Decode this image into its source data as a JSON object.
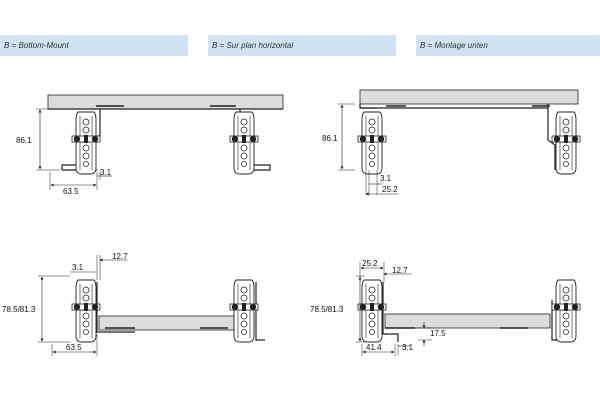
{
  "labels": {
    "bottom_mount": "B = Bottom-Mount",
    "sur_plan": "B = Sur plan horizontal",
    "montage_unten": "B = Montage unten"
  },
  "dims": {
    "tl_height": "86.1",
    "tl_offset": "3.1",
    "tl_width": "63.5",
    "tr_height": "86.1",
    "tr_offset": "3.1",
    "tr_width": "25.2",
    "bl_top": "12.7",
    "bl_offset": "3.1",
    "bl_height": "78.5/81.3",
    "bl_width": "63.5",
    "br_top_a": "25.2",
    "br_top_b": "12.7",
    "br_height": "78.5/81.3",
    "br_right": "17.5",
    "br_width": "41.4",
    "br_offset": "3.1"
  },
  "colors": {
    "header_bg": "#cfe3f3",
    "panel_fill": "#dcdcdc",
    "line": "#222222"
  }
}
